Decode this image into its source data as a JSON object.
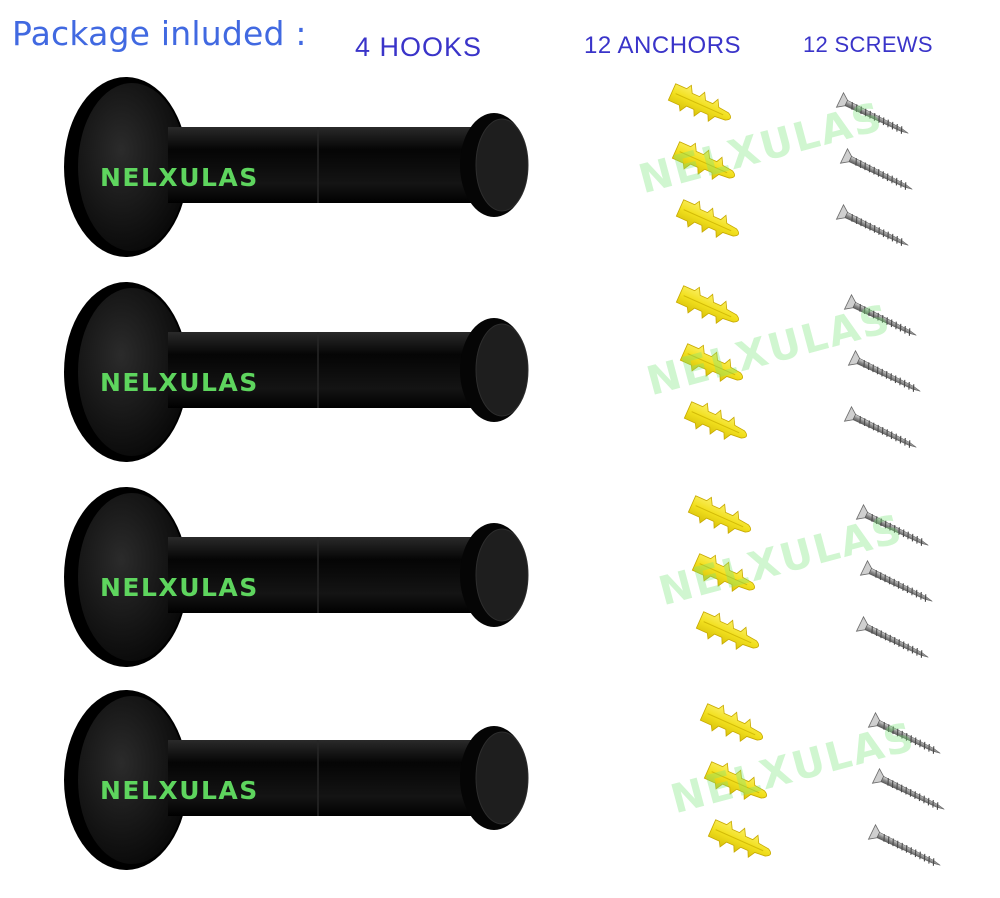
{
  "heading": "Package inluded :",
  "labels": {
    "hooks": "4  HOOKS",
    "anchors": "12 ANCHORS",
    "screws": "12 SCREWS"
  },
  "hooks": [
    {
      "brand": "NELXULAS"
    },
    {
      "brand": "NELXULAS"
    },
    {
      "brand": "NELXULAS"
    },
    {
      "brand": "NELXULAS"
    }
  ],
  "hardware_groups": [
    {
      "watermark": "NELXULAS",
      "anchors": 3,
      "screws": 3
    },
    {
      "watermark": "NELXULAS",
      "anchors": 3,
      "screws": 3
    },
    {
      "watermark": "NELXULAS",
      "anchors": 3,
      "screws": 3
    },
    {
      "watermark": "NELXULAS",
      "anchors": 3,
      "screws": 3
    }
  ],
  "colors": {
    "heading": "#4169e1",
    "labels": "#3a34c9",
    "hook_body": "#0c0c0c",
    "brand_text": "#5ed55e",
    "anchor": "#f2e01e",
    "screw": "#9a9a9a",
    "watermark": "#78e678"
  }
}
